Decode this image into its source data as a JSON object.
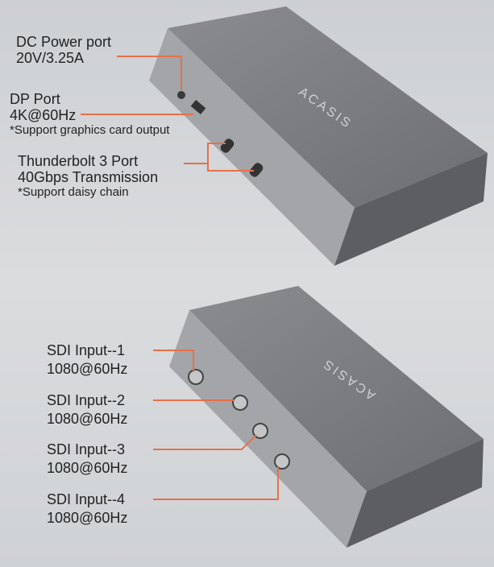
{
  "top_device": {
    "brand": "ACASIS",
    "labels": [
      {
        "title": "DC Power port",
        "lines": [
          "20V/3.25A"
        ]
      },
      {
        "title": "DP Port",
        "lines": [
          "4K@60Hz",
          "*Support graphics card output"
        ]
      },
      {
        "title": "Thunderbolt 3 Port",
        "lines": [
          "40Gbps Transmission",
          "*Support daisy chain"
        ]
      }
    ]
  },
  "bottom_device": {
    "brand": "ACASIS",
    "labels": [
      {
        "title": "SDI Input--1",
        "lines": [
          "1080@60Hz"
        ]
      },
      {
        "title": "SDI Input--2",
        "lines": [
          "1080@60Hz"
        ]
      },
      {
        "title": "SDI Input--3",
        "lines": [
          "1080@60Hz"
        ]
      },
      {
        "title": "SDI Input--4",
        "lines": [
          "1080@60Hz"
        ]
      }
    ]
  },
  "colors": {
    "callout": "#e8704a",
    "device": "#7b7d80"
  }
}
